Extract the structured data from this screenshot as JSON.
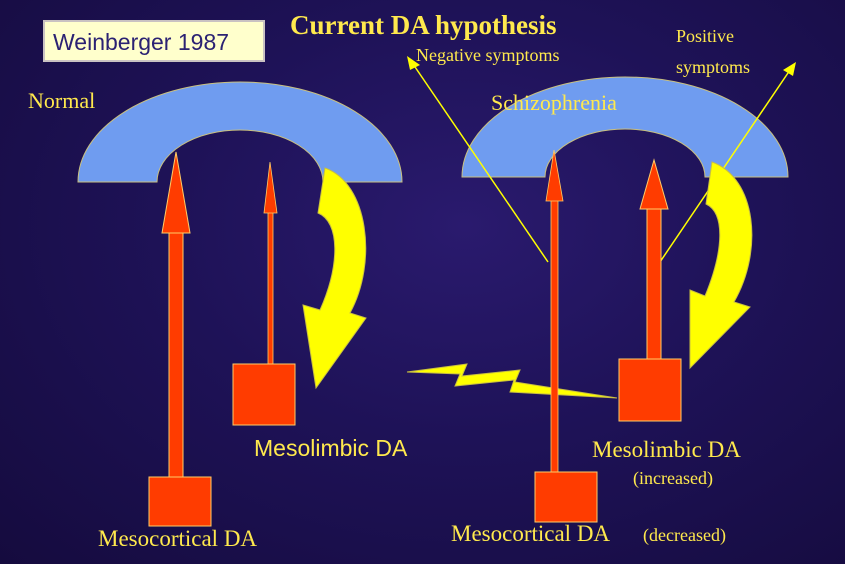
{
  "title": "Current DA hypothesis",
  "reference": "Weinberger 1987",
  "panels": {
    "normal": {
      "label": "Normal",
      "mesolimbic": "Mesolimbic DA",
      "mesocortical": "Mesocortical DA"
    },
    "schizophrenia": {
      "label": "Schizophrenia",
      "negative": "Negative symptoms",
      "positive_line1": "Positive",
      "positive_line2": "symptoms",
      "mesolimbic": "Mesolimbic DA",
      "mesolimbic_note": "(increased)",
      "mesocortical": "Mesocortical DA",
      "mesocortical_note": "(decreased)"
    }
  },
  "colors": {
    "background": "#1e1257",
    "cortex": "#6f9cf0",
    "pathway": "#ff3c00",
    "feedback": "#ffff00",
    "text": "#ffe94d"
  }
}
